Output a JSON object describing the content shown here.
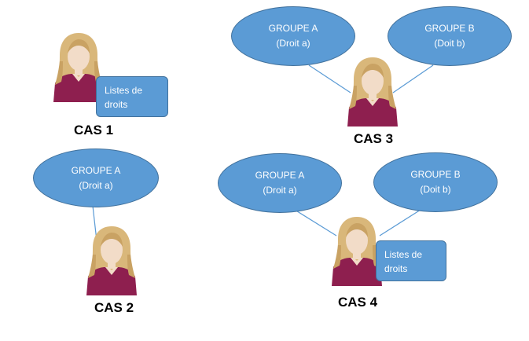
{
  "cases": [
    {
      "label": "CAS 1",
      "note": {
        "line1": "Listes de",
        "line2": "droits"
      }
    },
    {
      "label": "CAS 2",
      "groups": [
        {
          "title": "GROUPE A",
          "right": "(Droit a)"
        }
      ]
    },
    {
      "label": "CAS 3",
      "groups": [
        {
          "title": "GROUPE A",
          "right": "(Droit a)"
        },
        {
          "title": "GROUPE B",
          "right": "(Doit b)"
        }
      ]
    },
    {
      "label": "CAS 4",
      "groups": [
        {
          "title": "GROUPE A",
          "right": "(Droit a)"
        },
        {
          "title": "GROUPE B",
          "right": "(Doit b)"
        }
      ],
      "note": {
        "line1": "Listes de",
        "line2": "droits"
      }
    }
  ],
  "colors": {
    "ellipse_fill": "#5b9bd5",
    "ellipse_border": "#41719c",
    "shirt": "#8e1f4f",
    "hair": "#d9b77a",
    "skin": "#f2dcc8"
  },
  "icons": {
    "person": "user-avatar-icon"
  }
}
